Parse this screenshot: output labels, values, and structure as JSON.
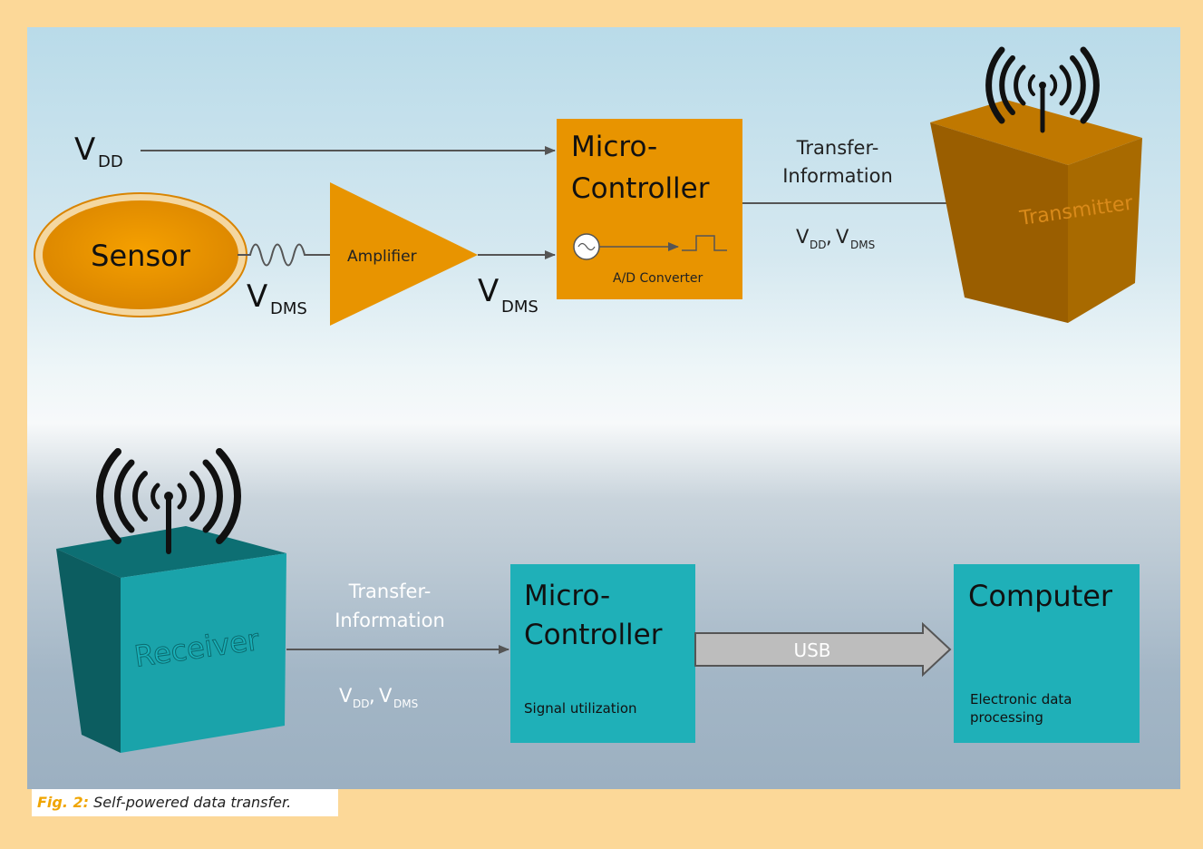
{
  "sensor": {
    "label": "Sensor"
  },
  "amplifier": {
    "label": "Amplifier"
  },
  "vdd": {
    "main": "V",
    "sub": "DD"
  },
  "vdms_sensor": {
    "main": "V",
    "sub": "DMS"
  },
  "vdms_amp": {
    "main": "V",
    "sub": "DMS"
  },
  "mc_top": {
    "line1": "Micro-",
    "line2": "Controller",
    "converter": "A/D Converter"
  },
  "transfer_top": {
    "line1": "Transfer-",
    "line2": "Information",
    "v1": "V",
    "s1": "DD",
    "sep": ",",
    "v2": "V",
    "s2": "DMS"
  },
  "transmitter": {
    "label": "Transmitter"
  },
  "receiver": {
    "label": "Receiver"
  },
  "transfer_bottom": {
    "line1": "Transfer-",
    "line2": "Information",
    "v1": "V",
    "s1": "DD",
    "sep": ",",
    "v2": "V",
    "s2": "DMS"
  },
  "mc_bottom": {
    "line1": "Micro-",
    "line2": "Controller",
    "note": "Signal utilization"
  },
  "usb": {
    "label": "USB"
  },
  "computer": {
    "title": "Computer",
    "note1": "Electronic data",
    "note2": "processing"
  },
  "caption": {
    "label": "Fig. 2:",
    "text": " Self-powered data transfer."
  },
  "colors": {
    "orange": "#e89400",
    "teal": "#1fb0b8",
    "caption_accent": "#f0a500"
  }
}
